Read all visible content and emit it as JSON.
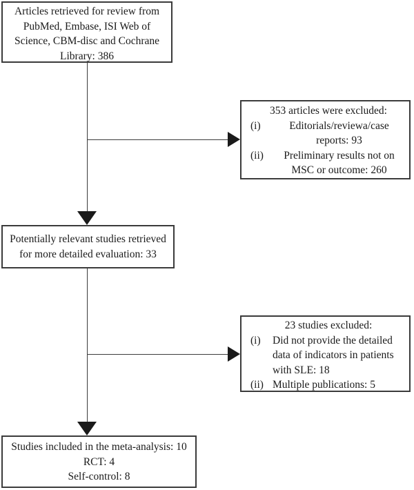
{
  "flowchart": {
    "colors": {
      "background": "#ffffff",
      "box_border": "#3a3a3a",
      "arrow": "#1a1a1a",
      "text": "#1a1a1a"
    },
    "top_box": {
      "lines": [
        "Articles retrieved for review from",
        "PubMed, Embase, ISI Web of",
        "Science, CBM-disc and Cochrane",
        "Library: 386"
      ]
    },
    "excluded_box_1": {
      "title": "353 articles were excluded:",
      "items": [
        {
          "marker": "(i)",
          "lines": [
            "Editorials/reviewa/case",
            "reports: 93"
          ]
        },
        {
          "marker": "(ii)",
          "lines": [
            "Preliminary results not on",
            "MSC or outcome: 260"
          ]
        }
      ]
    },
    "middle_box": {
      "lines": [
        "Potentially relevant studies retrieved",
        "for more detailed evaluation: 33"
      ]
    },
    "excluded_box_2": {
      "title": "23 studies excluded:",
      "items": [
        {
          "marker": "(i)",
          "lines": [
            "Did not provide the detailed",
            "data of indicators in patients",
            "with SLE: 18"
          ]
        },
        {
          "marker": "(ii)",
          "lines": [
            "Multiple publications: 5"
          ]
        }
      ]
    },
    "bottom_box": {
      "lines": [
        "Studies included in the meta-analysis: 10",
        "RCT: 4",
        "Self-control: 8"
      ]
    }
  }
}
